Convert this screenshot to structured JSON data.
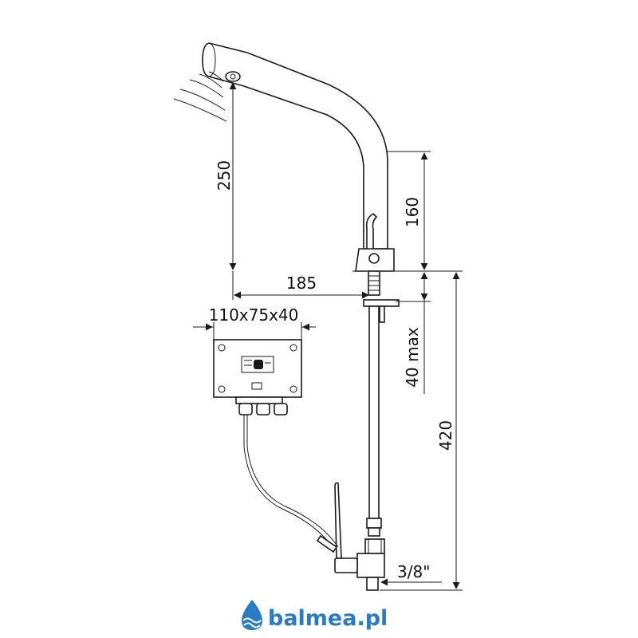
{
  "dimensions": {
    "spout_height": "250",
    "body_height": "160",
    "spout_reach": "185",
    "box_size": "110x75x40",
    "deck_thickness": "40 max",
    "hose_length": "420",
    "thread": "3/8\""
  },
  "logo": {
    "text": "balmea.pl",
    "color": "#2a7bc4"
  }
}
